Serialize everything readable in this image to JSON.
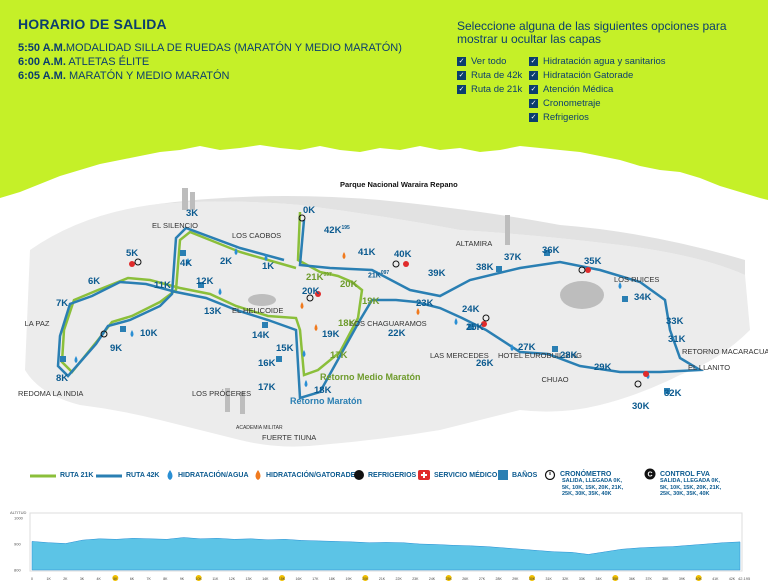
{
  "schedule": {
    "title": "HORARIO DE SALIDA",
    "lines": [
      {
        "time": "5:50 A.M.",
        "text": "MODALIDAD SILLA DE RUEDAS (MARATÓN Y MEDIO MARATÓN)"
      },
      {
        "time": "6:00 A.M.",
        "text": " ATLETAS ÉLITE"
      },
      {
        "time": "6:05 A.M.",
        "text": " MARATÓN Y MEDIO MARATÓN"
      }
    ]
  },
  "layers": {
    "heading": "Seleccione alguna de las siguientes opciones para mostrar u ocultar las capas",
    "options": [
      "Ver todo",
      "Ruta de 42k",
      "Ruta de 21k",
      "Hidratación agua y sanitarios",
      "Hidratación Gatorade",
      "Atención Médica",
      "Cronometraje",
      "Refrigerios"
    ]
  },
  "map": {
    "park_name": "Parque Nacional Waraira Repano",
    "places": [
      "EL SILENCIO",
      "LOS CAOBOS",
      "EL HELICOIDE",
      "LA PAZ",
      "REDOMA LA INDIA",
      "LOS PRÓCERES",
      "FUERTE TIUNA",
      "LOS CHAGUARAMOS",
      "LAS MERCEDES",
      "HOTEL EUROBUILDING",
      "CHUAO",
      "ALTAMIRA",
      "LOS RUICES",
      "RETORNO MACARACUAY",
      "EL LLANITO",
      "ACADEMIA MILITAR"
    ],
    "markers": [
      "0K",
      "3K",
      "1K",
      "2K",
      "4K",
      "5K",
      "6K",
      "7K",
      "8K",
      "9K",
      "10K",
      "11K",
      "12K",
      "13K",
      "14K",
      "15K",
      "16K",
      "17K",
      "18K",
      "19K",
      "20K",
      "21K",
      "22K",
      "23K",
      "24K",
      "25K",
      "26K",
      "27K",
      "28K",
      "29K",
      "30K",
      "31K",
      "32K",
      "33K",
      "34K",
      "35K",
      "36K",
      "37K",
      "38K",
      "39K",
      "40K",
      "41K",
      "42K",
      "19K",
      "18K",
      "17K",
      "20K",
      "21K"
    ],
    "marker_42_sup": "195",
    "marker_21_sup": "097",
    "marker_21b_sup": "097",
    "retorno_medio": "Retorno Medio Maratón",
    "retorno_maraton": "Retorno Maratón"
  },
  "legend": {
    "ruta21": "RUTA 21K",
    "ruta42": "RUTA 42K",
    "agua": "HIDRATACIÓN/AGUA",
    "gatorade": "HIDRATACIÓN/GATORADE",
    "refrigerios": "REFRIGERIOS",
    "medico": "SERVICIO MÉDICO",
    "banos": "BAÑOS",
    "crono": "CRONÓMETRO",
    "crono_sub": "SALIDA, LLEGADA 0K, 5K, 10K, 15K, 20K, 21K, 25K, 30K, 35K, 40K",
    "fva": "CONTROL FVA",
    "fva_sub": "SALIDA, LLEGADA 0K, 5K, 10K, 15K, 20K, 21K, 25K, 30K, 35K, 40K"
  },
  "elevation": {
    "ylabel": "ALTITUD",
    "yticks": [
      "1000",
      "900",
      "800"
    ],
    "xticks": [
      "0",
      "1K",
      "2K",
      "3K",
      "4K",
      "5K",
      "6K",
      "7K",
      "8K",
      "9K",
      "10K",
      "11K",
      "12K",
      "13K",
      "14K",
      "15K",
      "16K",
      "17K",
      "18K",
      "19K",
      "20K",
      "21K",
      "22K",
      "23K",
      "24K",
      "25K",
      "26K",
      "27K",
      "28K",
      "29K",
      "30K",
      "31K",
      "32K",
      "33K",
      "34K",
      "35K",
      "36K",
      "37K",
      "38K",
      "39K",
      "40K",
      "41K",
      "42K"
    ],
    "end_label": "42.195",
    "profile": [
      910,
      905,
      902,
      915,
      920,
      918,
      922,
      920,
      918,
      925,
      920,
      922,
      918,
      920,
      916,
      918,
      914,
      912,
      910,
      908,
      905,
      906,
      905,
      900,
      898,
      895,
      893,
      890,
      885,
      880,
      875,
      870,
      868,
      860,
      870,
      880,
      885,
      888,
      890,
      895,
      900,
      905,
      908
    ]
  },
  "colors": {
    "lime": "#c5f028",
    "navy": "#0b3e6e",
    "route42": "#2a7fb3",
    "route21": "#8bbf3a",
    "water": "#2a8fd4",
    "gatorade": "#f07a1e",
    "medic": "#e02b2b",
    "elev_fill": "#5cc4e6"
  }
}
